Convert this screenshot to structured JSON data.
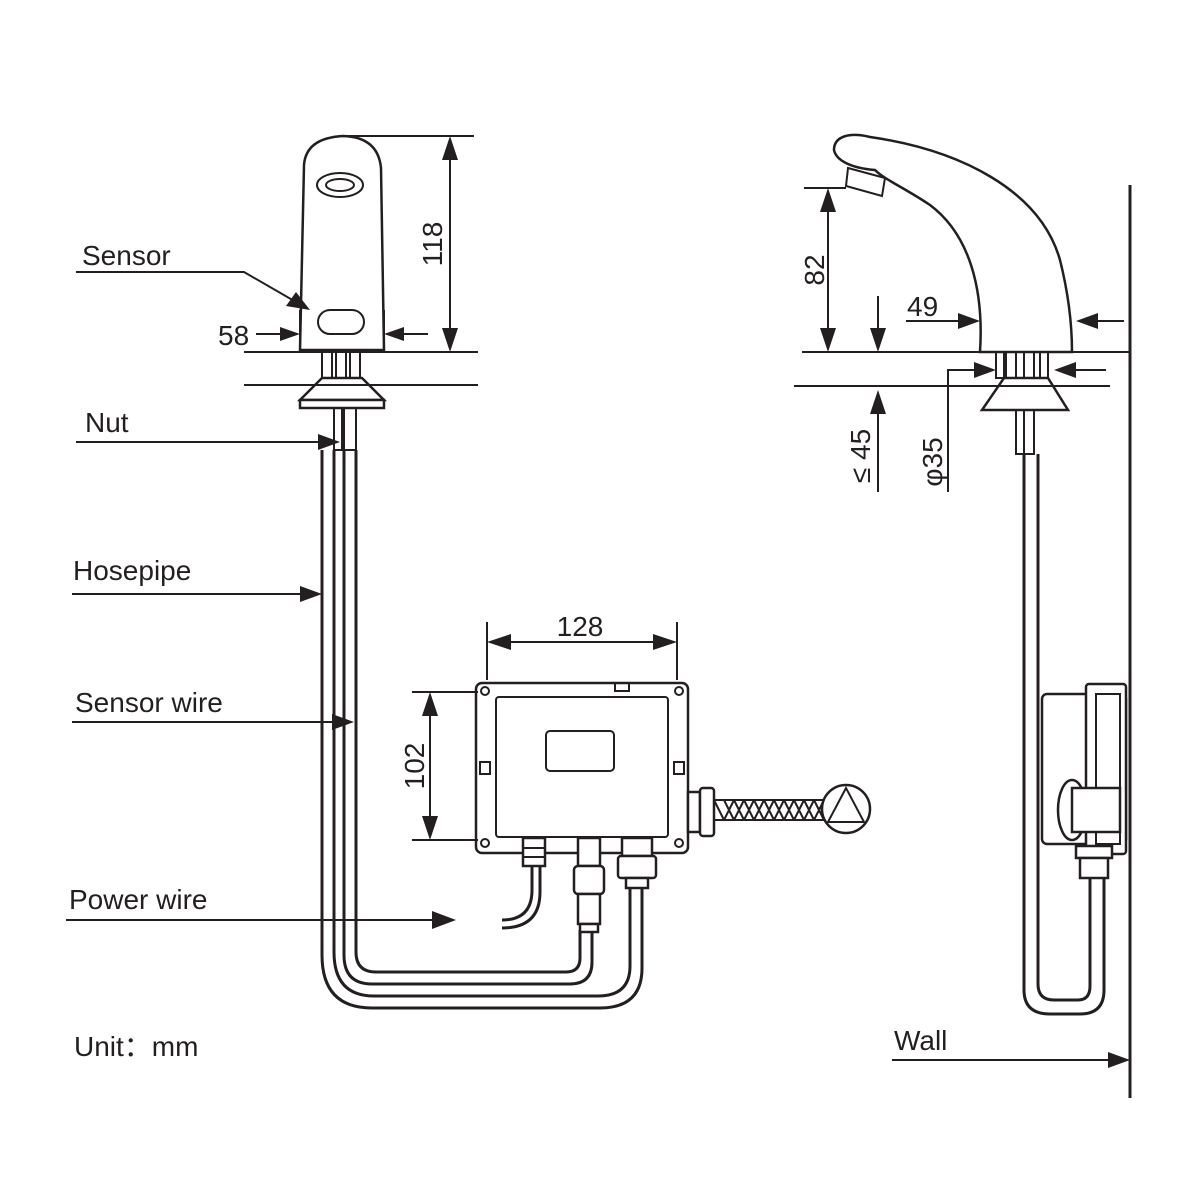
{
  "labels": {
    "sensor": "Sensor",
    "nut": "Nut",
    "hosepipe": "Hosepipe",
    "sensor_wire": "Sensor wire",
    "power_wire": "Power wire",
    "unit": "Unit：mm",
    "wall": "Wall"
  },
  "dimensions": {
    "faucet_height": "118",
    "faucet_width": "58",
    "box_width": "128",
    "box_height": "102",
    "spout_height": "82",
    "spout_reach": "49",
    "deck_thickness": "≤ 45",
    "hole_diameter": "φ35"
  },
  "colors": {
    "line": "#231f20",
    "background": "#ffffff"
  }
}
